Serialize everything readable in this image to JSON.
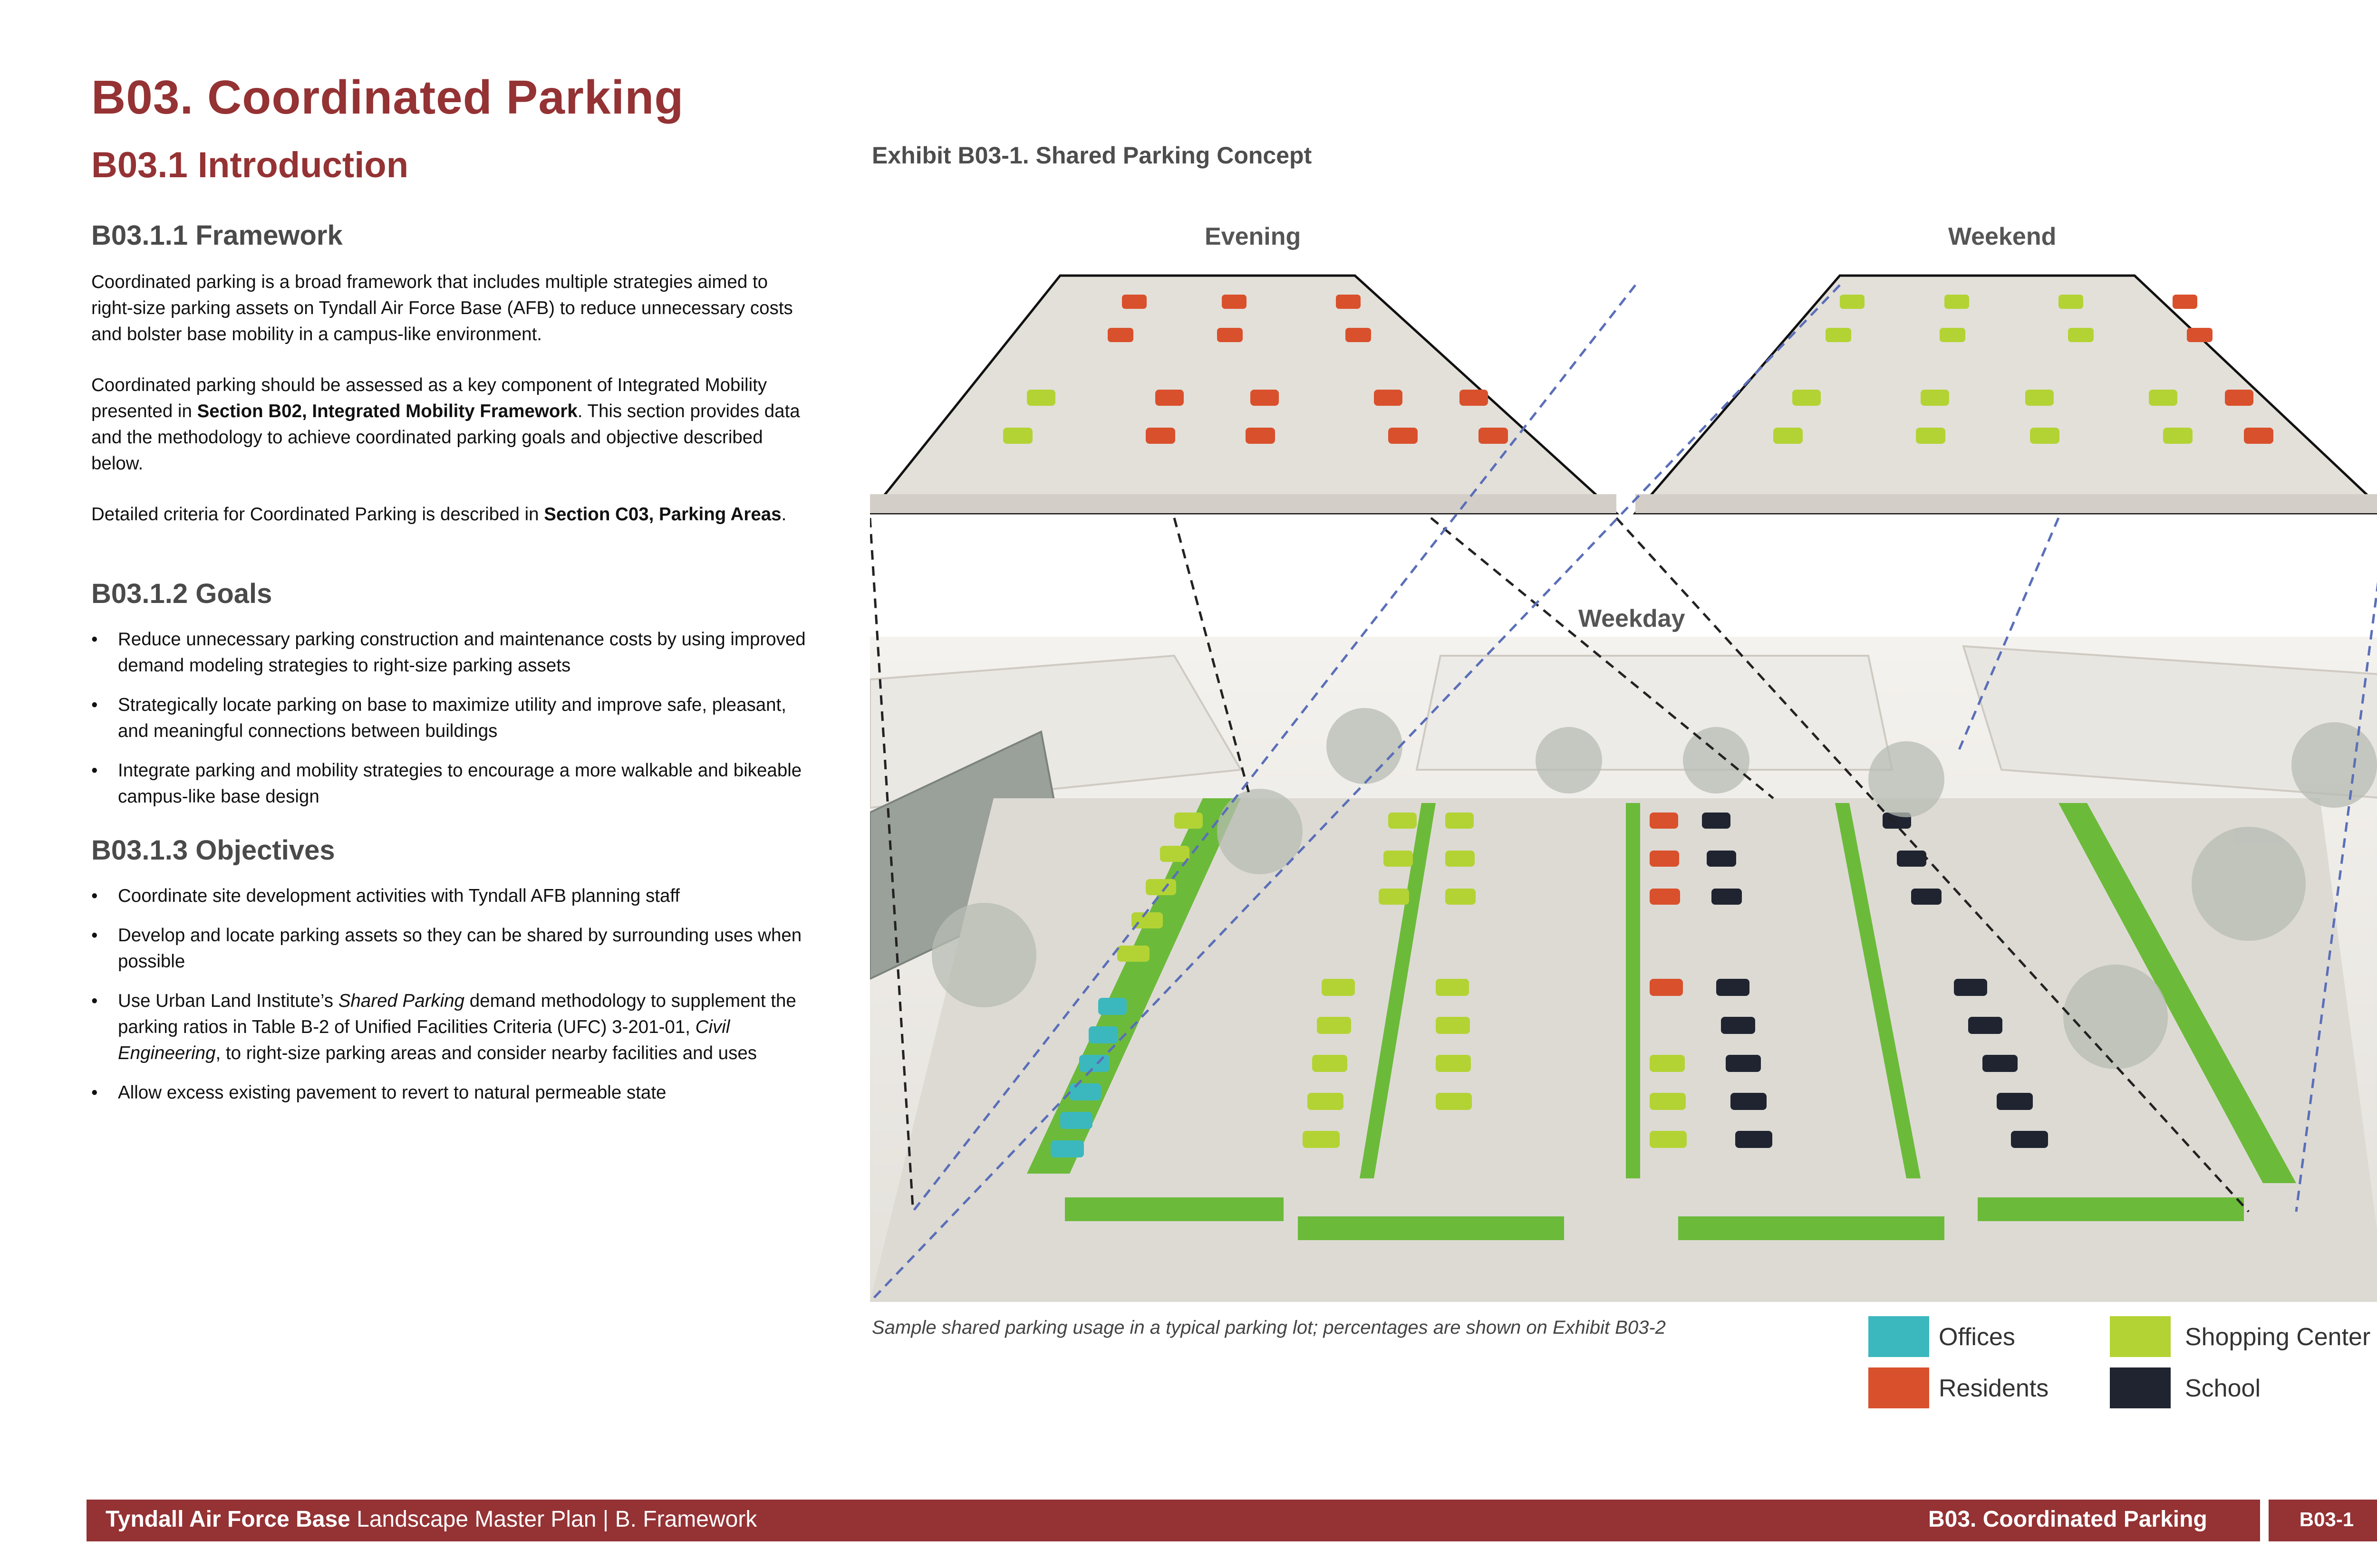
{
  "heading": {
    "title": "B03. Coordinated Parking",
    "intro": "B03.1 Introduction"
  },
  "framework": {
    "heading": "B03.1.1 Framework",
    "p1": "Coordinated parking is a broad framework that includes multiple strategies aimed to right-size parking assets on Tyndall Air Force Base (AFB) to reduce unnecessary costs and bolster base mobility in a campus-like environment.",
    "p2_pre": "Coordinated parking should be assessed as a key component of Integrated Mobility presented in ",
    "p2_bold": "Section B02, Integrated Mobility Framework",
    "p2_post": ". This section provides data and the methodology to achieve coordinated parking goals and objective described below.",
    "p3_pre": "Detailed criteria for Coordinated Parking is described in ",
    "p3_bold": "Section C03, Parking Areas",
    "p3_post": "."
  },
  "goals": {
    "heading": "B03.1.2 Goals",
    "items": [
      "Reduce unnecessary parking construction and maintenance costs by using improved demand modeling strategies to right-size parking assets",
      "Strategically locate parking on base to maximize utility and improve safe, pleasant, and meaningful connections between buildings",
      "Integrate parking and mobility strategies to encourage a more walkable and bikeable campus-like base design"
    ]
  },
  "objectives": {
    "heading": "B03.1.3 Objectives",
    "items": [
      "Coordinate site development activities with Tyndall AFB planning staff",
      "Develop and locate parking assets so they can be shared by surrounding uses when possible"
    ],
    "item3_pre": "Use Urban Land Institute’s ",
    "item3_ital1": "Shared Parking",
    "item3_mid": " demand methodology to supplement the parking ratios in Table B-2 of Unified Facilities Criteria (UFC) 3-201-01, ",
    "item3_ital2": "Civil Engineering",
    "item3_post": ", to right-size parking areas and consider nearby facilities and uses",
    "item4": "Allow excess existing pavement to revert to natural permeable state"
  },
  "exhibit": {
    "title": "Exhibit B03-1. Shared Parking Concept",
    "panels": {
      "evening": "Evening",
      "weekend": "Weekend",
      "weekday": "Weekday"
    },
    "caption": "Sample shared parking usage in a typical parking lot; percentages are shown on Exhibit B03-2"
  },
  "legend": [
    {
      "label": "Offices",
      "color": "#3bb8be"
    },
    {
      "label": "Shopping Center",
      "color": "#b3d334"
    },
    {
      "label": "Residents",
      "color": "#d9502c"
    },
    {
      "label": "School",
      "color": "#1f2430"
    }
  ],
  "colors": {
    "accent": "#943234",
    "offices": "#3bb8be",
    "shopping": "#b3d334",
    "residents": "#d9502c",
    "school": "#1f2430",
    "grass": "#6cba3a",
    "pavement": "#dddad4"
  },
  "footer": {
    "left_bold": "Tyndall Air Force Base",
    "left_rest": " Landscape Master Plan | B. Framework",
    "right": "B03. Coordinated Parking",
    "page": "B03-1"
  }
}
